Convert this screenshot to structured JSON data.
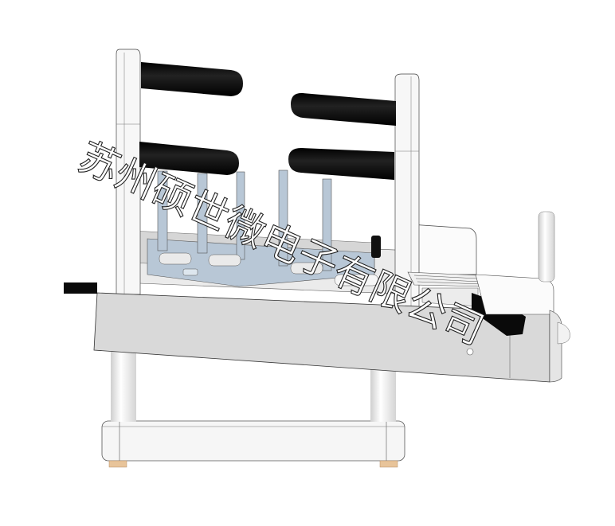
{
  "image": {
    "kind": "cad-render",
    "subject": "tilted test fixture with handles and probe pins",
    "watermark": "苏州硕世微电子有限公司",
    "watermark_chars": [
      "苏",
      "州",
      "硕",
      "世",
      "微",
      "电",
      "子",
      "有",
      "限",
      "公",
      "司"
    ]
  },
  "colors": {
    "background": "#ffffff",
    "plate": "#d9d9d9",
    "frame": "#f2f2f2",
    "handle": "#0a0a0a",
    "pin_plate": "#b8c7d6",
    "foot": "#e8c49a",
    "outline": "#333333"
  }
}
